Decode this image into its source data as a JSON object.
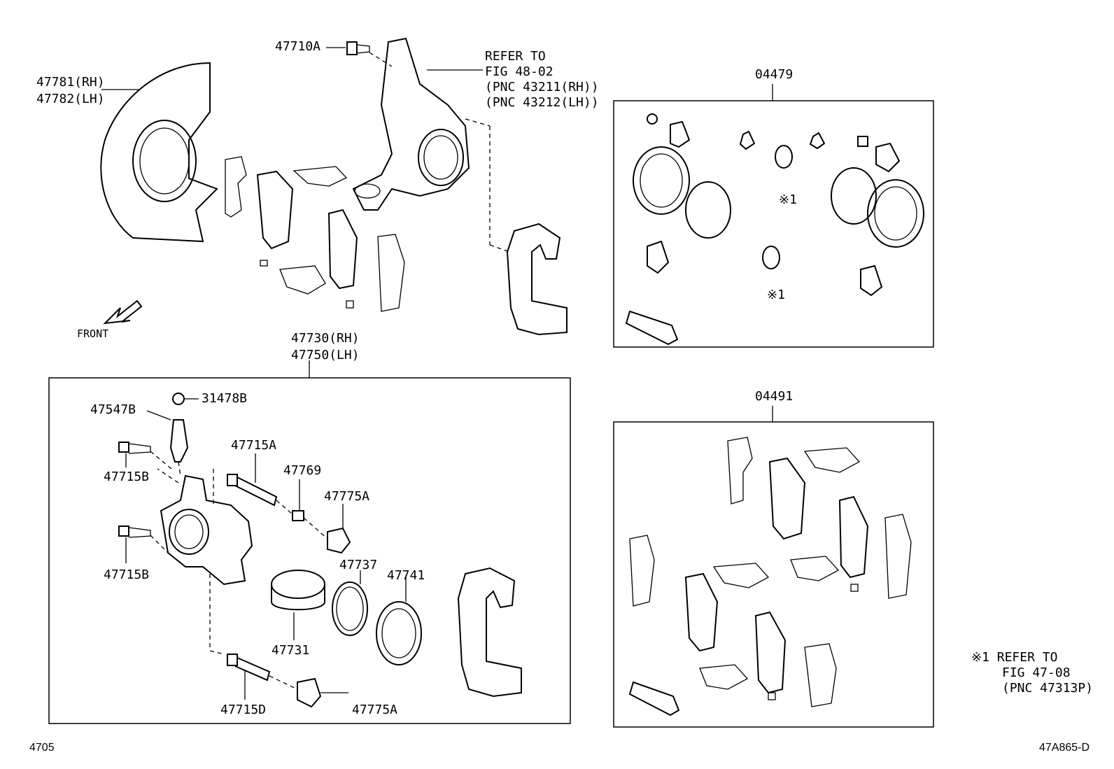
{
  "labels": {
    "shield_rh": "47781(RH)",
    "shield_lh": "47782(LH)",
    "bolt_top": "47710A",
    "refer_knuckle": [
      "REFER TO",
      "FIG 48-02",
      "(PNC 43211(RH))",
      "(PNC 43212(LH))"
    ],
    "front": "FRONT",
    "caliper_rh": "47730(RH)",
    "caliper_lh": "47750(LH)",
    "cap": "31478B",
    "bleeder": "47547B",
    "bolt_b1": "47715B",
    "bolt_b2": "47715B",
    "pin_a": "47715A",
    "bushing": "47769",
    "boot_a1": "47775A",
    "boot_a2": "47775A",
    "ring": "47737",
    "seal": "47741",
    "piston": "47731",
    "pin_d": "47715D",
    "kit_seal": "04479",
    "kit_pad": "04491",
    "note_mark_1": "※1",
    "note_mark_2": "※1",
    "note": [
      "※1 REFER TO",
      "FIG 47-08",
      "(PNC 47313P)"
    ],
    "page_left": "4705",
    "page_right": "47A865-D"
  }
}
